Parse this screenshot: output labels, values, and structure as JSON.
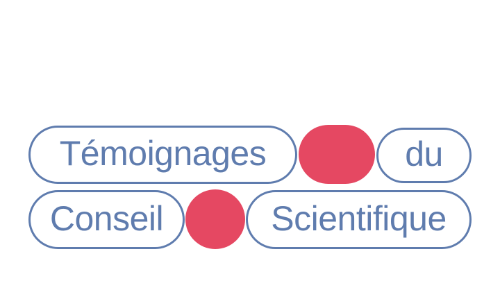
{
  "title": {
    "word1": "Témoignages",
    "word2": "du",
    "word3": "Conseil",
    "word4": "Scientifique"
  },
  "colors": {
    "blue": "#5f7cae",
    "red": "#e54862"
  }
}
